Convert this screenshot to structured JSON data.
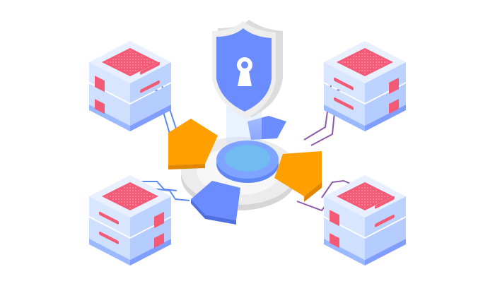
{
  "scene": {
    "subject": "data-security-illustration",
    "components": {
      "shield": {
        "icon": "keyhole-shield-icon"
      },
      "hub": {
        "icon": "central-security-hub"
      },
      "servers": [
        {
          "id": "server-top-left"
        },
        {
          "id": "server-top-right"
        },
        {
          "id": "server-bottom-left"
        },
        {
          "id": "server-bottom-right"
        }
      ]
    },
    "palette": {
      "background": "#ffffff",
      "blue_light": "#cfe0ff",
      "blue_mid": "#9bb9ff",
      "blue_dark": "#6b8cff",
      "blue_strong": "#5f86f5",
      "red_panel": "#f25a76",
      "red_light": "#ff8fa4",
      "orange": "#ff9f00",
      "orange_dark": "#f08a00",
      "purple_wire": "#8d5aa8",
      "blue_wire": "#5d89f0",
      "gray_ring": "#e4e4e4",
      "gray_dark": "#cfcfcf"
    }
  }
}
